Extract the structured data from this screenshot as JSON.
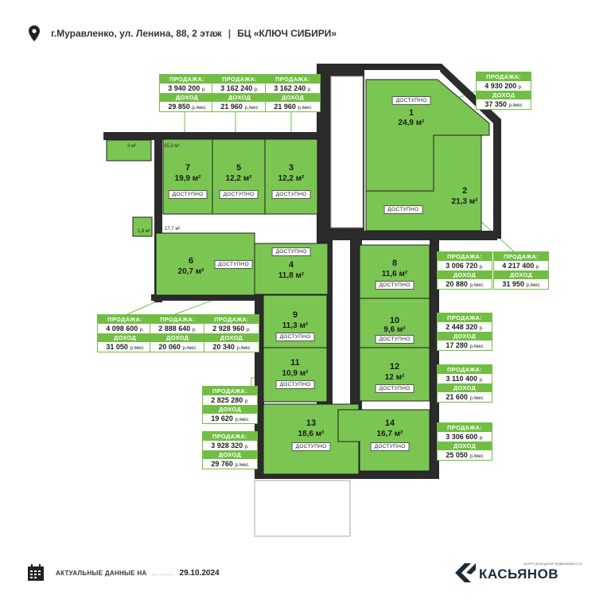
{
  "header": {
    "address": "г.Муравленко, ул. Ленина, 88, 2 этаж",
    "separator": "|",
    "building": "БЦ «КЛЮЧ СИБИРИ»"
  },
  "colors": {
    "room": "#7bc652",
    "accent": "#72be44",
    "wall": "#2a2a2a"
  },
  "rooms": [
    {
      "num": "1",
      "area": "24,9 м²",
      "status": "ДОСТУПНО"
    },
    {
      "num": "2",
      "area": "21,3 м²",
      "status": "ДОСТУПНО"
    },
    {
      "num": "3",
      "area": "12,2 м²",
      "status": "ДОСТУПНО"
    },
    {
      "num": "4",
      "area": "11,8 м²",
      "status": "ДОСТУПНО"
    },
    {
      "num": "5",
      "area": "12,2 м²",
      "status": "ДОСТУПНО"
    },
    {
      "num": "6",
      "area": "20,7 м²",
      "status": "ДОСТУПНО"
    },
    {
      "num": "7",
      "area": "19,9 м²",
      "status": "ДОСТУПНО"
    },
    {
      "num": "8",
      "area": "11,6 м²",
      "status": "ДОСТУПНО"
    },
    {
      "num": "9",
      "area": "11,3 м²",
      "status": "ДОСТУПНО"
    },
    {
      "num": "10",
      "area": "9,6 м²",
      "status": "ДОСТУПНО"
    },
    {
      "num": "11",
      "area": "10,9 м²",
      "status": "ДОСТУПНО"
    },
    {
      "num": "12",
      "area": "12 м²",
      "status": "ДОСТУПНО"
    },
    {
      "num": "13",
      "area": "18,6 м²",
      "status": "ДОСТУПНО"
    },
    {
      "num": "14",
      "area": "16,7 м²",
      "status": "ДОСТУПНО"
    }
  ],
  "small_areas": [
    "3 м²",
    "15,3 м²",
    "1,8 м²",
    "17,7 м²"
  ],
  "card_labels": {
    "sale": "ПРОДАЖА:",
    "income": "ДОХОД",
    "rub": "р.",
    "rub_month": "р./мес"
  },
  "cards": [
    {
      "room": "7",
      "price": "3 940 200",
      "income": "29 850"
    },
    {
      "room": "5",
      "price": "3 162 240",
      "income": "21 960"
    },
    {
      "room": "3",
      "price": "3 162 240",
      "income": "21 960"
    },
    {
      "room": "1",
      "price": "4 930 200",
      "income": "37 350"
    },
    {
      "room": "2",
      "price": "4 217 400",
      "income": "31 950"
    },
    {
      "room": "8",
      "price": "3 006 720",
      "income": "20 880"
    },
    {
      "room": "10",
      "price": "2 448 320",
      "income": "17 280"
    },
    {
      "room": "12",
      "price": "3 110 400",
      "income": "21 600"
    },
    {
      "room": "14",
      "price": "3 306 600",
      "income": "25 050"
    },
    {
      "room": "6",
      "price": "4 098 600",
      "income": "31 050"
    },
    {
      "room": "4",
      "price": "2 888 640",
      "income": "20 060"
    },
    {
      "room": "9",
      "price": "2 928 960",
      "income": "20 340"
    },
    {
      "room": "11",
      "price": "2 825 280",
      "income": "19 620"
    },
    {
      "room": "13",
      "price": "3 928 320",
      "income": "29 760"
    }
  ],
  "footer": {
    "label": "АКТУАЛЬНЫЕ ДАННЫЕ НА",
    "dots": ".........",
    "date": "29.10.2024"
  },
  "logo": {
    "name": "КАСЬЯНОВ",
    "sub": "ЦЕНТР ДОХОДНОЙ НЕДВИЖИМОСТИ"
  }
}
